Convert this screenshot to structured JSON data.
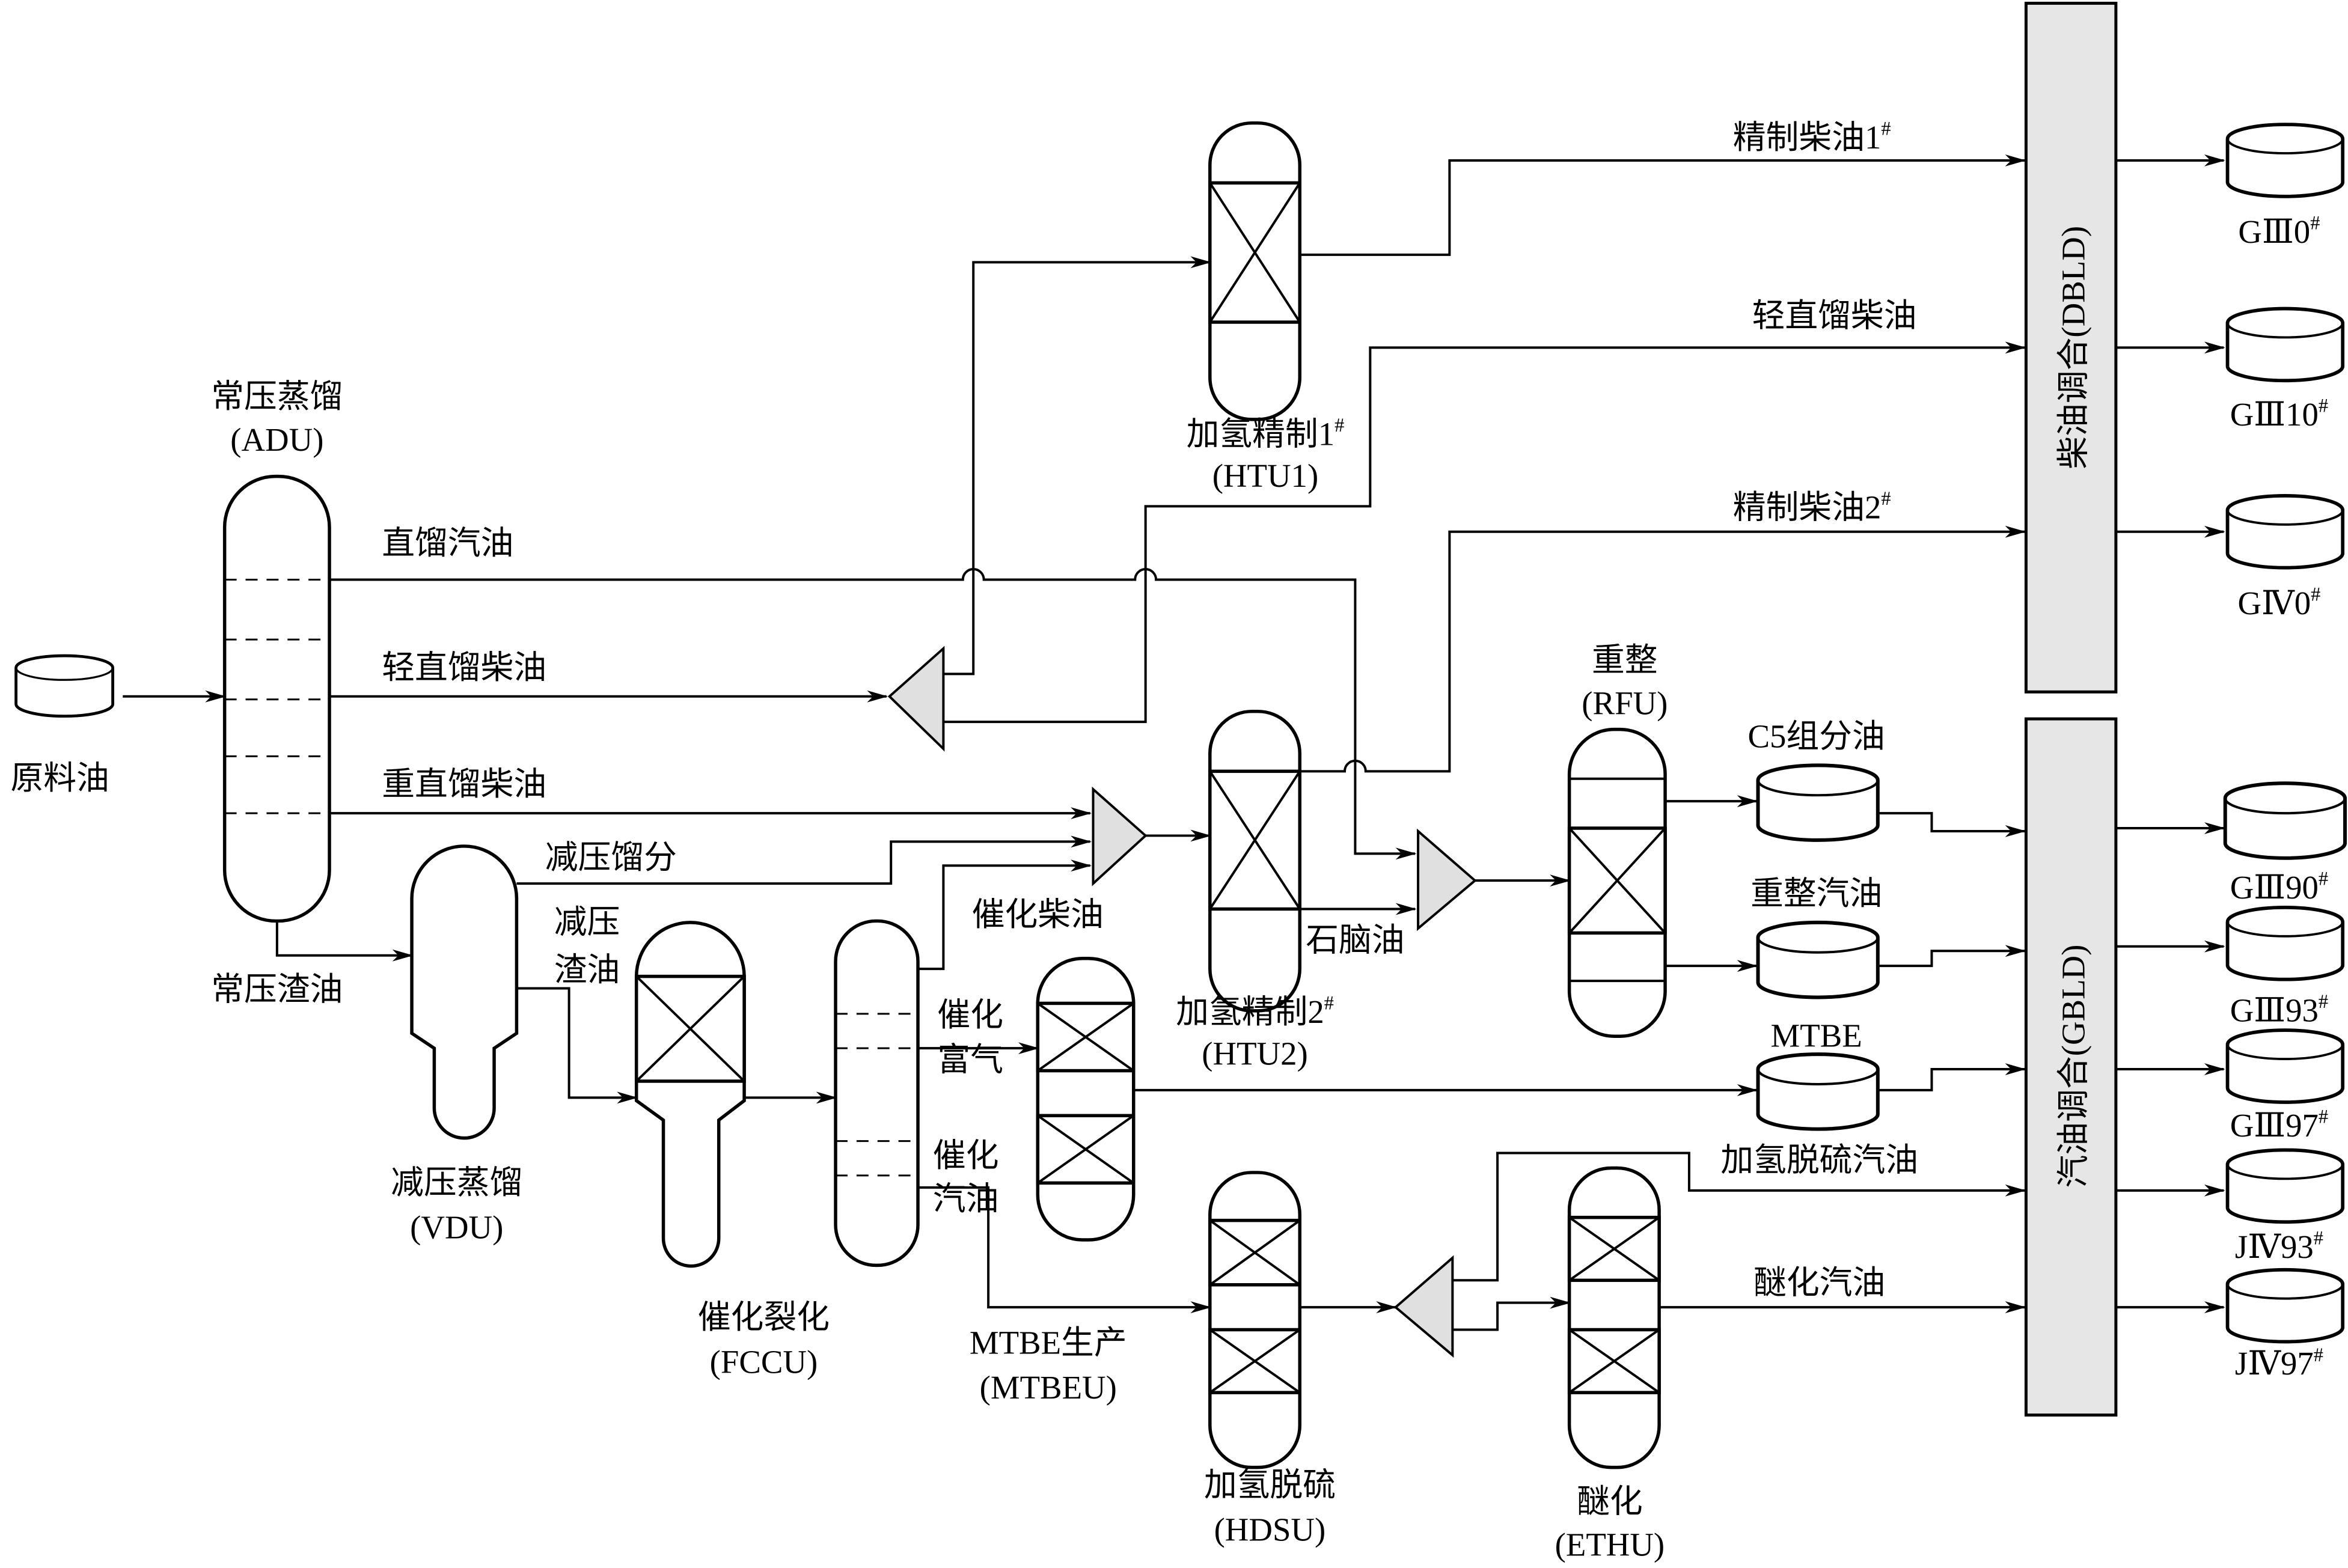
{
  "feed": {
    "label": "原料油"
  },
  "units": {
    "adu": {
      "name": "常压蒸馏",
      "code": "(ADU)"
    },
    "vdu": {
      "name": "减压蒸馏",
      "code": "(VDU)"
    },
    "fccu": {
      "name": "催化裂化",
      "code": "(FCCU)"
    },
    "mtbeu": {
      "name": "MTBE生产",
      "code": "(MTBEU)"
    },
    "htu1": {
      "name": "加氢精制1",
      "sup": "#",
      "code": "(HTU1)"
    },
    "htu2": {
      "name": "加氢精制2",
      "sup": "#",
      "code": "(HTU2)"
    },
    "hdsu": {
      "name": "加氢脱硫",
      "code": "(HDSU)"
    },
    "ethu": {
      "name": "醚化",
      "code": "(ETHU)"
    },
    "rfu": {
      "name": "重整",
      "code": "(RFU)"
    },
    "dbld": {
      "name": "柴油调合(DBLD)"
    },
    "gbld": {
      "name": "汽油调合(GBLD)"
    }
  },
  "streams": {
    "straight_run_gasoline": "直馏汽油",
    "light_diesel": "轻直馏柴油",
    "heavy_diesel": "重直馏柴油",
    "atm_residue": "常压渣油",
    "vacuum_distillate": "减压馏分",
    "vacuum_residue_1": "减压",
    "vacuum_residue_2": "渣油",
    "cat_diesel": "催化柴油",
    "cat_rich_gas_1": "催化",
    "cat_rich_gas_2": "富气",
    "cat_gasoline_1": "催化",
    "cat_gasoline_2": "汽油",
    "naphtha": "石脑油",
    "refined_diesel_1": "精制柴油1",
    "refined_diesel_1_sup": "#",
    "light_diesel_to_blend": "轻直馏柴油",
    "refined_diesel_2": "精制柴油2",
    "refined_diesel_2_sup": "#",
    "c5": "C5组分油",
    "reformate": "重整汽油",
    "mtbe": "MTBE",
    "hds_gasoline": "加氢脱硫汽油",
    "etherified_gasoline": "醚化汽油"
  },
  "products": {
    "diesel": [
      {
        "grade": "GⅢ0",
        "sup": "#"
      },
      {
        "grade": "GⅢ10",
        "sup": "#"
      },
      {
        "grade": "GⅣ0",
        "sup": "#"
      }
    ],
    "gasoline": [
      {
        "grade": "GⅢ90",
        "sup": "#"
      },
      {
        "grade": "GⅢ93",
        "sup": "#"
      },
      {
        "grade": "GⅢ97",
        "sup": "#"
      },
      {
        "grade": "JⅣ93",
        "sup": "#"
      },
      {
        "grade": "JⅣ97",
        "sup": "#"
      }
    ]
  },
  "colors": {
    "blender_fill": "#e6e6e6",
    "splitter_fill": "#e0e0e0"
  }
}
